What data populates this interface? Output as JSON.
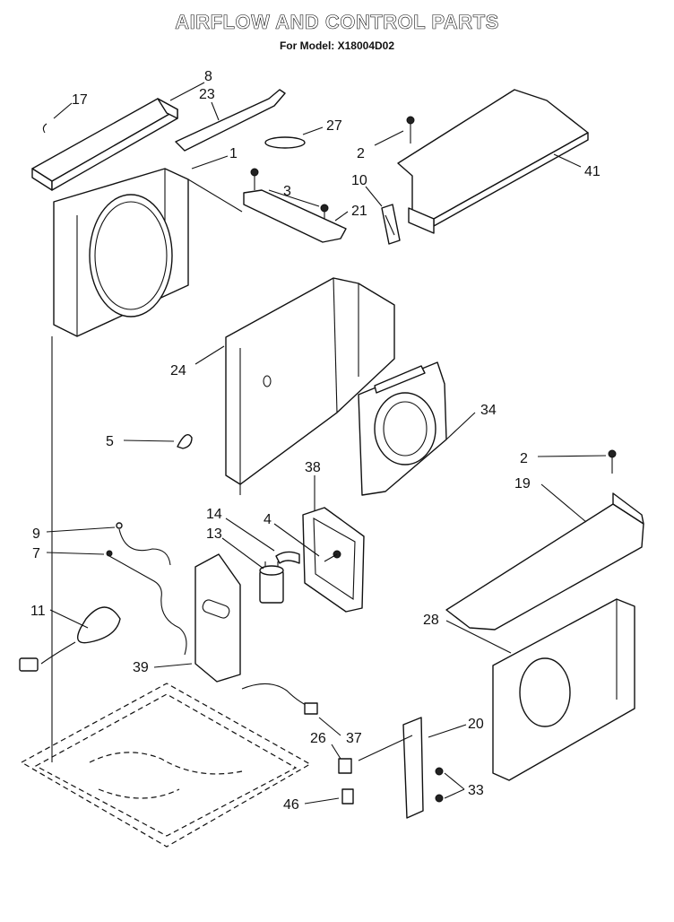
{
  "header": {
    "title": "AIRFLOW AND CONTROL PARTS",
    "subtitle": "For Model: X18004D02"
  },
  "callouts": {
    "c17": "17",
    "c8": "8",
    "c23": "23",
    "c1": "1",
    "c27": "27",
    "c2a": "2",
    "c3": "3",
    "c21": "21",
    "c10": "10",
    "c41": "41",
    "c24": "24",
    "c5": "5",
    "c34": "34",
    "c38": "38",
    "c2b": "2",
    "c19": "19",
    "c9": "9",
    "c14": "14",
    "c4": "4",
    "c13": "13",
    "c7": "7",
    "c11": "11",
    "c28": "28",
    "c39": "39",
    "c20": "20",
    "c26": "26",
    "c37": "37",
    "c33": "33",
    "c46": "46"
  }
}
